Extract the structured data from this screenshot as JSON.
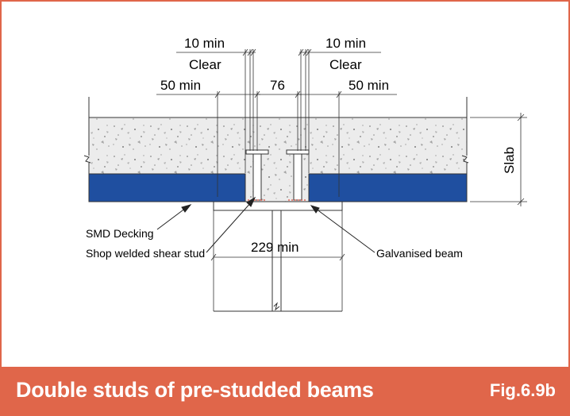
{
  "labels": {
    "left_clear_dim": "10 min",
    "left_clear_word": "Clear",
    "right_clear_dim": "10 min",
    "right_clear_word": "Clear",
    "left_edge_dim": "50 min",
    "stud_spacing_dim": "76",
    "right_edge_dim": "50 min",
    "slab": "Slab",
    "decking": "SMD Decking",
    "shear_stud": "Shop welded shear stud",
    "beam_width_dim": "229 min",
    "beam": "Galvanised beam"
  },
  "footer": {
    "title": "Double studs of pre-studded beams",
    "figure": "Fig.6.9b"
  },
  "colors": {
    "accent": "#e0664a",
    "decking": "#1f4fa0",
    "concrete": "#ececec",
    "weld": "#e24b3b"
  }
}
